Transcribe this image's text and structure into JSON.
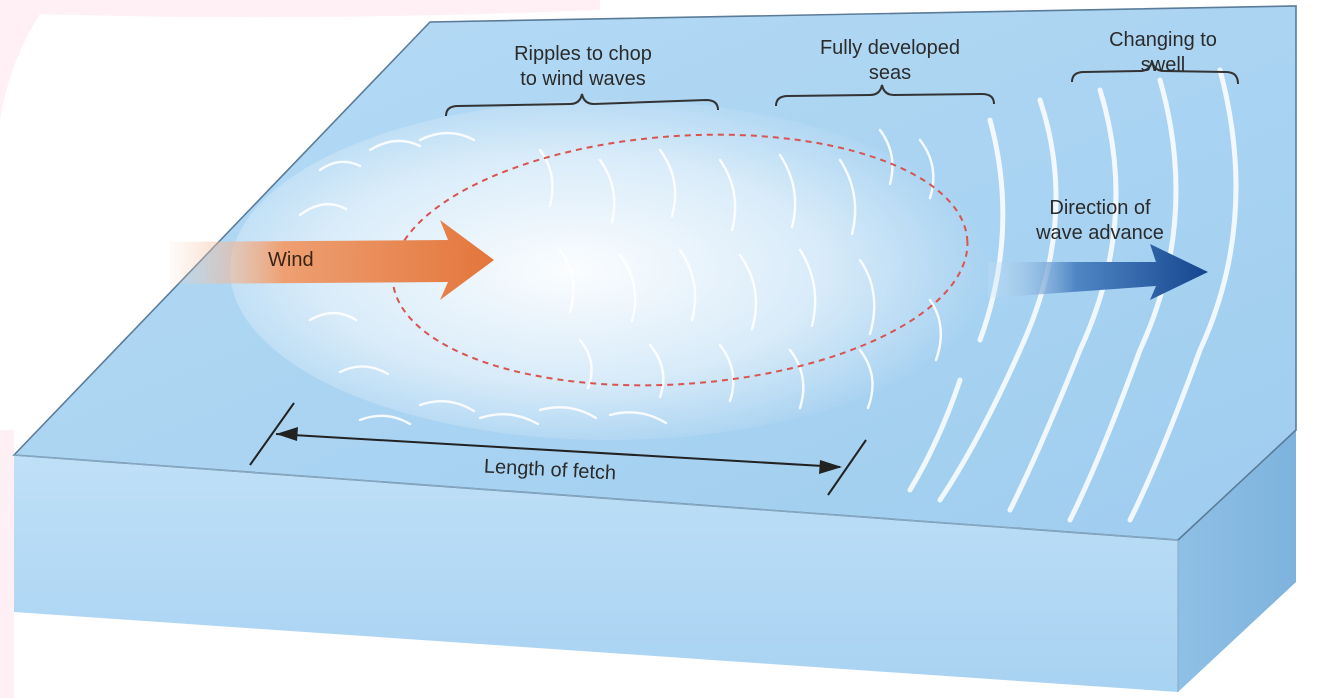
{
  "labels": {
    "ripples": "Ripples to chop\nto wind waves",
    "fully_developed": "Fully developed\nseas",
    "swell": "Changing to\nswell",
    "direction": "Direction of\nwave advance",
    "wind": "Wind",
    "fetch": "Length of fetch"
  },
  "colors": {
    "ocean_top": "#a9d3f1",
    "ocean_side": "#b9dcf5",
    "wind_arrow": "#e8804a",
    "wave_arrow": "#1f4f96",
    "fetch_outline": "#d9534f"
  }
}
